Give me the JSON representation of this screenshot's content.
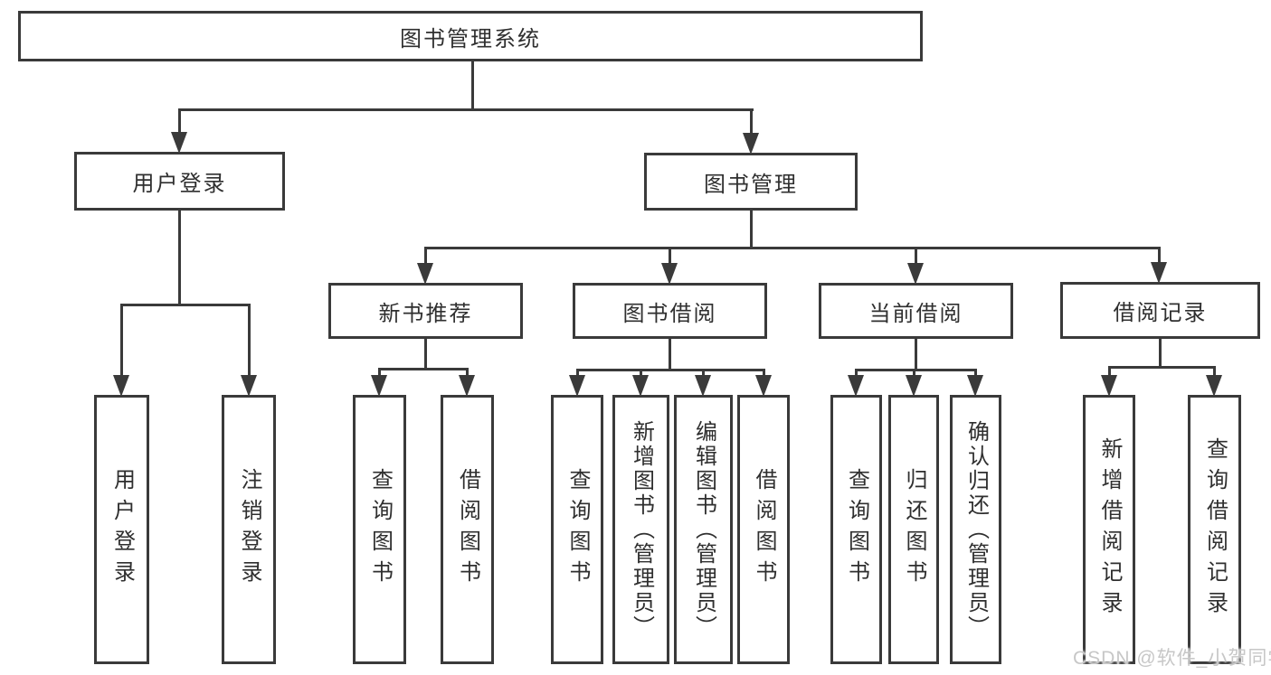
{
  "tree": {
    "root": {
      "label": "图书管理系统",
      "children": [
        {
          "label": "用户登录",
          "children": [
            {
              "label": "用户登录"
            },
            {
              "label": "注销登录"
            }
          ]
        },
        {
          "label": "图书管理",
          "children": [
            {
              "label": "新书推荐",
              "children": [
                {
                  "label": "查询图书"
                },
                {
                  "label": "借阅图书"
                }
              ]
            },
            {
              "label": "图书借阅",
              "children": [
                {
                  "label": "查询图书"
                },
                {
                  "label": "新增图书（管理员）"
                },
                {
                  "label": "编辑图书（管理员）"
                },
                {
                  "label": "借阅图书"
                }
              ]
            },
            {
              "label": "当前借阅",
              "children": [
                {
                  "label": "查询图书"
                },
                {
                  "label": "归还图书"
                },
                {
                  "label": "确认归还（管理员）"
                }
              ]
            },
            {
              "label": "借阅记录",
              "children": [
                {
                  "label": "新增借阅记录"
                },
                {
                  "label": "查询借阅记录"
                }
              ]
            }
          ]
        }
      ]
    }
  },
  "watermark": {
    "text": "CSDN @软件_小贺同学"
  },
  "colors": {
    "line": "#3a3a3a",
    "text": "#2f2f2f",
    "background": "#ffffff",
    "watermark": "#c7c7c7"
  }
}
